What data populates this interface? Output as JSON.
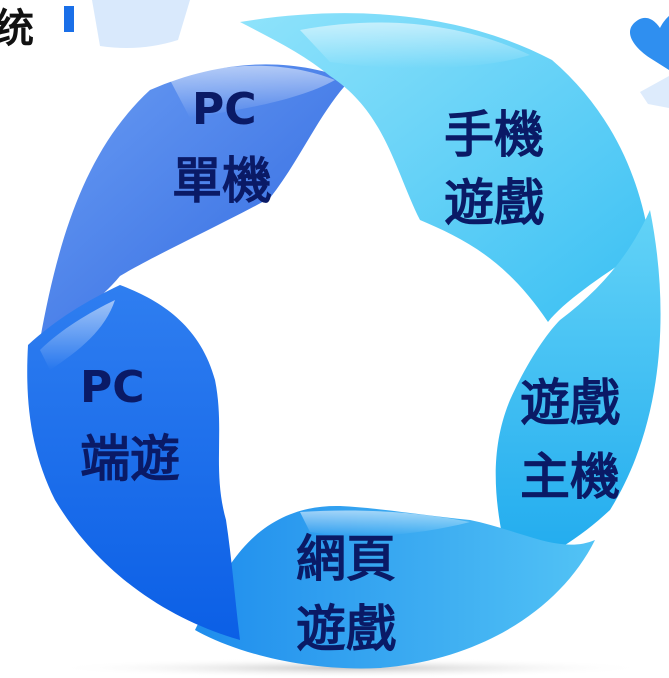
{
  "corner_text": "统",
  "segments": [
    {
      "id": "pc-standalone",
      "line1": "PC",
      "line2": "單機"
    },
    {
      "id": "mobile-games",
      "line1": "手機",
      "line2": "遊戲"
    },
    {
      "id": "game-console",
      "line1": "遊戲",
      "line2": "主機"
    },
    {
      "id": "web-games",
      "line1": "網頁",
      "line2": "遊戲"
    },
    {
      "id": "pc-online",
      "line1": "PC",
      "line2": "端遊"
    }
  ],
  "colors": {
    "pc_standalone": "#3f7be8",
    "mobile_games": "#58d0f6",
    "game_console": "#3fc0f3",
    "web_games": "#2aa3f0",
    "pc_online": "#176bec",
    "label_text": "#0a1a66",
    "heart": "#2f8ff0"
  }
}
